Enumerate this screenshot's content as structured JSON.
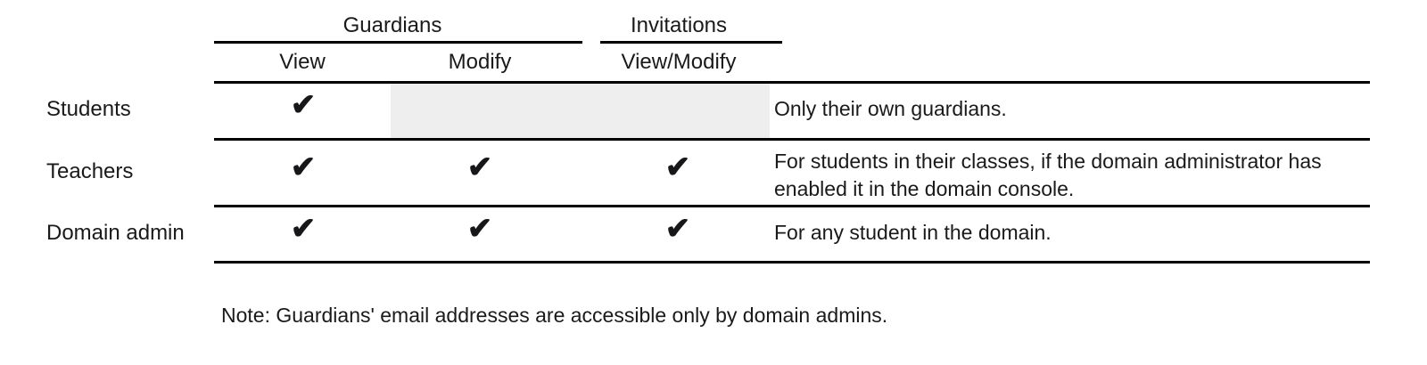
{
  "table": {
    "group_headers": [
      {
        "label": "Guardians",
        "spans": [
          "View",
          "Modify"
        ]
      },
      {
        "label": "Invitations",
        "spans": [
          "View/Modify"
        ]
      }
    ],
    "column_headers": {
      "guardians_view": "View",
      "guardians_modify": "Modify",
      "invitations_viewmodify": "View/Modify"
    },
    "check_glyph": "✔",
    "rows": [
      {
        "label": "Students",
        "guardians_view": true,
        "guardians_modify": false,
        "guardians_modify_state": "not-applicable",
        "invitations_viewmodify": false,
        "description": "Only their own guardians."
      },
      {
        "label": "Teachers",
        "guardians_view": true,
        "guardians_modify": true,
        "invitations_viewmodify": true,
        "description": "For students in their classes, if the domain administrator has enabled it in the domain console."
      },
      {
        "label": "Domain admin",
        "guardians_view": true,
        "guardians_modify": true,
        "invitations_viewmodify": true,
        "description": "For any student in the domain."
      }
    ]
  },
  "note": "Note: Guardians' email addresses are accessible only by domain admins.",
  "colors": {
    "text": "#1a1a1a",
    "rule": "#000000",
    "shaded_cell": "#eeeeee",
    "background": "#ffffff"
  }
}
